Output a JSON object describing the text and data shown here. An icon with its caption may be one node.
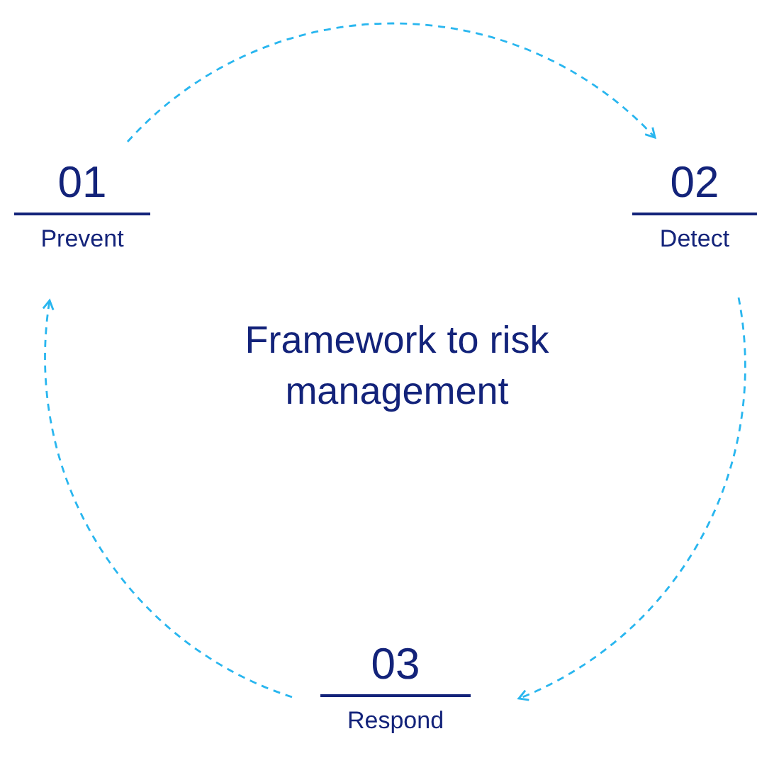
{
  "diagram": {
    "title": "Framework to risk management",
    "nodes": [
      {
        "text": [
          "01",
          "Prevent"
        ]
      },
      {
        "text": [
          "02",
          "Detect"
        ]
      },
      {
        "text": [
          "03",
          "Respond"
        ]
      }
    ],
    "edges": [
      {
        "from": 0,
        "to": 1,
        "arrow": "to",
        "style": "dashed"
      },
      {
        "from": 1,
        "to": 2,
        "arrow": "to",
        "style": "dashed"
      },
      {
        "from": 2,
        "to": 0,
        "arrow": "to",
        "style": "dashed"
      }
    ]
  }
}
